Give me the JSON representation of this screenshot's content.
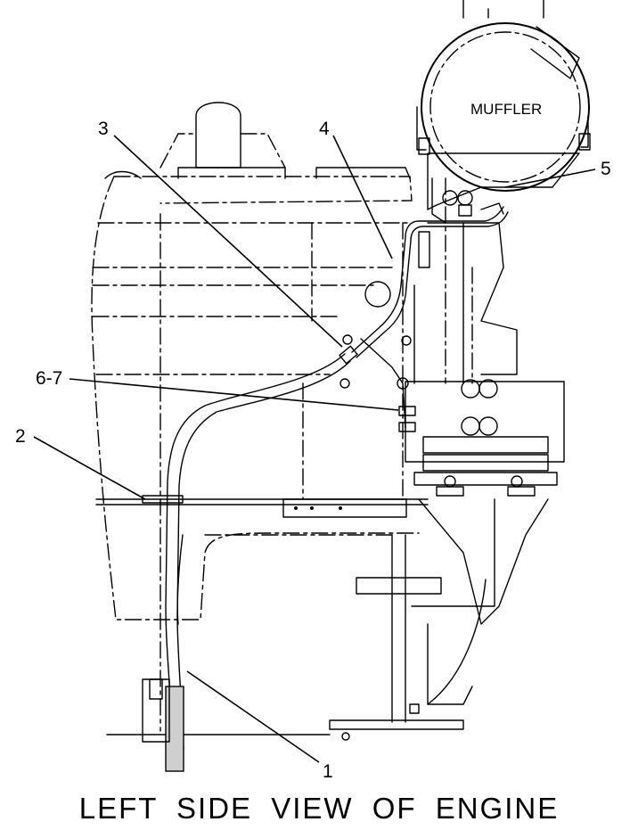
{
  "diagram": {
    "caption": "LEFT SIDE VIEW OF ENGINE",
    "component_label": "MUFFLER",
    "callouts": [
      "1",
      "2",
      "3",
      "4",
      "5",
      "6-7"
    ]
  }
}
